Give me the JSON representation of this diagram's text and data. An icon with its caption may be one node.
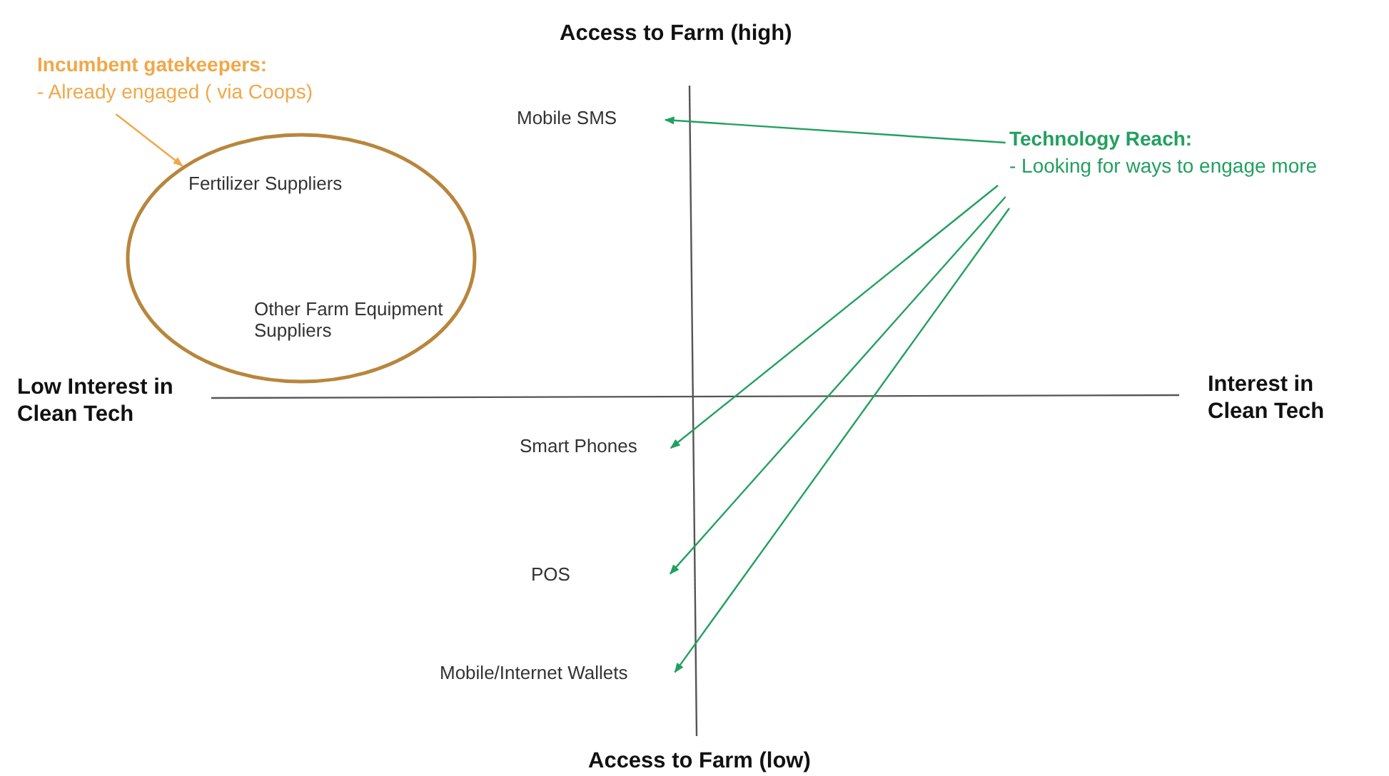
{
  "diagram": {
    "nodes": [
      {
        "text": [
          "Incumbent gatekeepers:",
          "- Already engaged ( via Coops)"
        ]
      },
      {
        "text": [
          "Fertilizer Suppliers",
          "Other Farm Equipment Suppliers"
        ]
      },
      {
        "text": [
          "Technology Reach:",
          "- Looking for ways to engage more"
        ]
      },
      {
        "text": [
          "Mobile SMS"
        ]
      },
      {
        "text": [
          "Smart Phones"
        ]
      },
      {
        "text": [
          "POS"
        ]
      },
      {
        "text": [
          "Mobile/Internet Wallets"
        ]
      }
    ],
    "edges": [
      {
        "from": 0,
        "to": 1,
        "arrow": "to",
        "color": "#f0a848"
      },
      {
        "from": 2,
        "to": 3,
        "arrow": "to"
      },
      {
        "from": 2,
        "to": 4,
        "arrow": "to"
      },
      {
        "from": 2,
        "to": 5,
        "arrow": "to"
      },
      {
        "from": 2,
        "to": 6,
        "arrow": "to"
      }
    ],
    "labels": [
      "Access to Farm (high)",
      "Low Interest in Clean Tech",
      "Interest in Clean Tech",
      "Access to Farm (low)"
    ]
  }
}
